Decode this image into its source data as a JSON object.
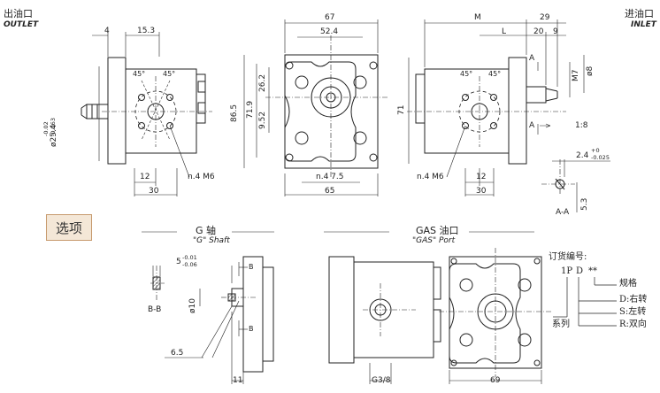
{
  "outlet": {
    "cn": "出油口",
    "en": "OUTLET"
  },
  "inlet": {
    "cn": "进油口",
    "en": "INLET"
  },
  "options_tag": "选项",
  "g_shaft": {
    "cn": "G 轴",
    "en": "\"G\" Shaft"
  },
  "gas_port": {
    "cn": "GAS 油口",
    "en": "\"GAS\" Port"
  },
  "dims": {
    "d4": "4",
    "d15_3": "15.3",
    "d67": "67",
    "d52_4": "52.4",
    "dM": "M",
    "d29": "29",
    "dL": "L",
    "d20": "20",
    "d9": "9",
    "d86_5": "86.5",
    "d71_9": "71.9",
    "d26_2": "26.2",
    "d9_52": "9.52",
    "d71": "71",
    "d45a": "45°",
    "d45b": "45°",
    "d45c": "45°",
    "d45d": "45°",
    "d12a": "12",
    "d30a": "30",
    "n4m6a": "n.4 M6",
    "n4_7_5": "n.4  7.5",
    "d65": "65",
    "n4m6b": "n.4 M6",
    "d12b": "12",
    "d30b": "30",
    "m7": "M7",
    "d8": "ø8",
    "r18": "1:8",
    "d25_4": "ø25.4",
    "d25_4_tol_up": "-0.02",
    "d25_4_tol_dn": "-0.063",
    "d2_4": "2.4",
    "d2_4_tol_up": "+0",
    "d2_4_tol_dn": "-0.025",
    "d5_3": "5.3",
    "aa": "A-A",
    "A1": "A",
    "A2": "A",
    "d5": "5",
    "d5_tol_up": "-0.01",
    "d5_tol_dn": "-0.06",
    "bb": "B-B",
    "B1": "B",
    "B2": "B",
    "d10": "ø10",
    "d6_5": "6.5",
    "d11": "11",
    "g38": "G3/8",
    "d69": "69"
  },
  "order_code": {
    "title": "订货编号:",
    "code_1p": "1P",
    "code_d": "D",
    "code_ss": "**",
    "spec": "规格",
    "right": "D:右转",
    "left": "S:左转",
    "both": "R:双向",
    "series": "系列"
  }
}
